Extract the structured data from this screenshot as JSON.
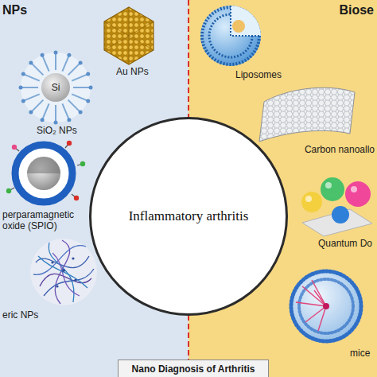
{
  "diagram": {
    "nodes": [
      {
        "text": [
          "NPs"
        ]
      },
      {
        "text": [
          "Si"
        ],
        "in": 0
      },
      {
        "text": [
          "Biose"
        ]
      },
      {
        "text": [
          "Inflammatory arthritis"
        ]
      },
      {
        "text": [
          "Nano Diagnosis of Arthritis"
        ]
      }
    ],
    "labels": [
      "Au NPs",
      "SiO₂ NPs",
      "perparamagnetic oxide (SPIO)",
      "eric NPs",
      "Liposomes",
      "Carbon nanoallo",
      "Quantum Do",
      "mice"
    ]
  }
}
